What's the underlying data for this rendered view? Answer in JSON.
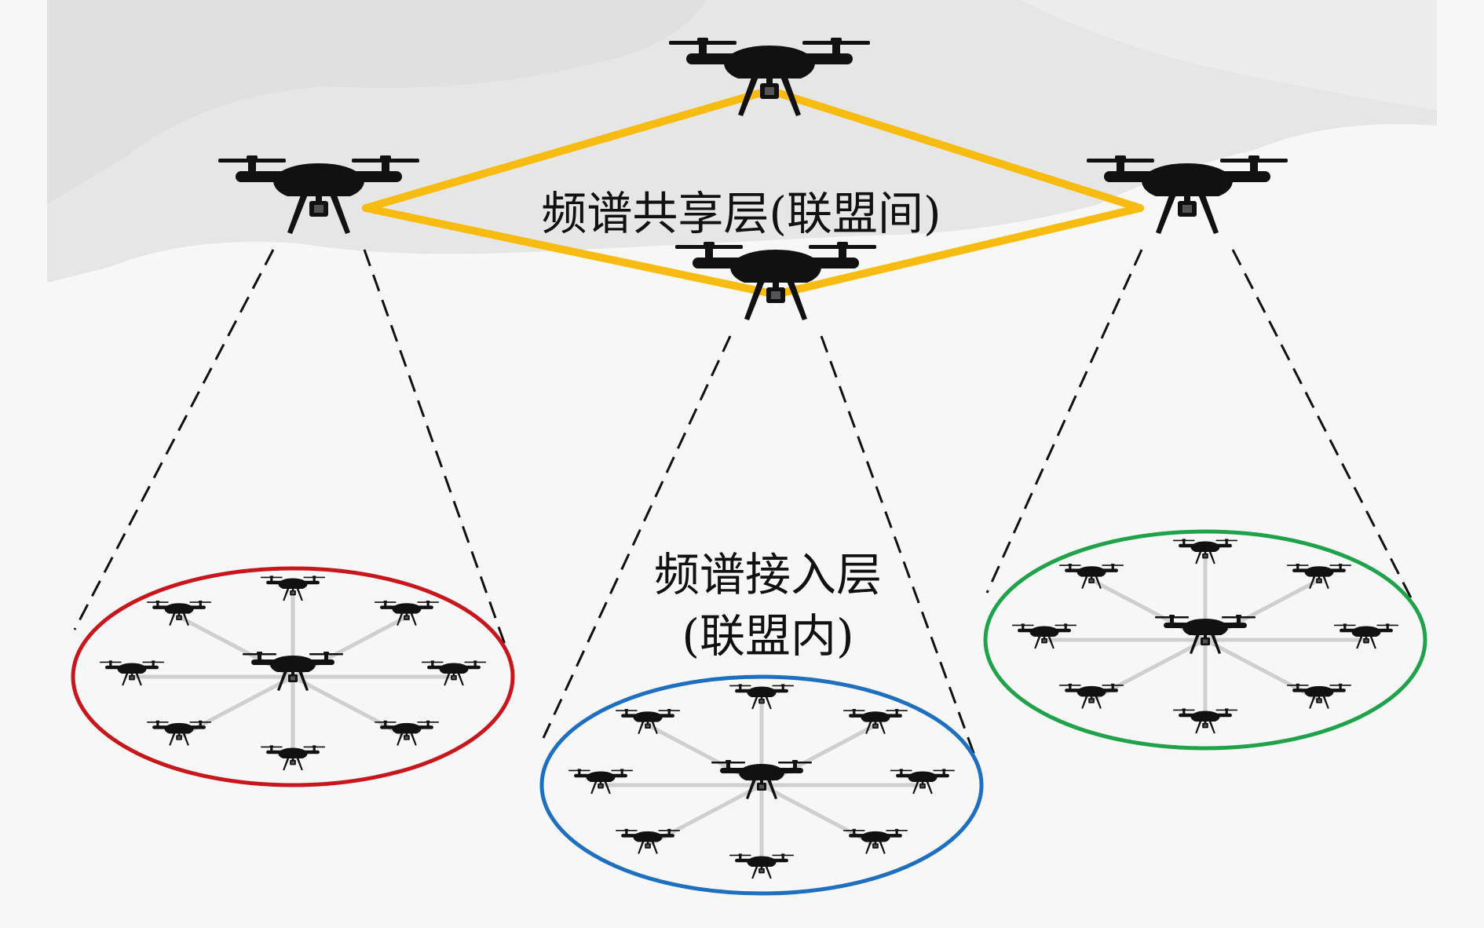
{
  "labels": {
    "sharing_layer": "频谱共享层(联盟间)",
    "access_layer_line1": "频谱接入层",
    "access_layer_line2": "(联盟内)"
  },
  "colors": {
    "background": "#f7f7f7",
    "cloud": "#e3e3e3",
    "inter_link": "#f8bb10",
    "spoke": "#cfcfcf",
    "drone": "#111111",
    "alliance_red": "#c8161d",
    "alliance_blue": "#1e6fc0",
    "alliance_green": "#1fa24a"
  },
  "icons": {
    "drone": "quadcopter-drone-icon"
  },
  "topology": {
    "head_drones": [
      "top",
      "left",
      "right",
      "middle"
    ],
    "inter_links": [
      [
        "left",
        "top"
      ],
      [
        "top",
        "right"
      ],
      [
        "left",
        "middle"
      ],
      [
        "middle",
        "right"
      ]
    ],
    "alliances": [
      {
        "head": "left",
        "color": "alliance_red",
        "members": 8
      },
      {
        "head": "middle",
        "color": "alliance_blue",
        "members": 8
      },
      {
        "head": "right",
        "color": "alliance_green",
        "members": 8
      }
    ]
  }
}
